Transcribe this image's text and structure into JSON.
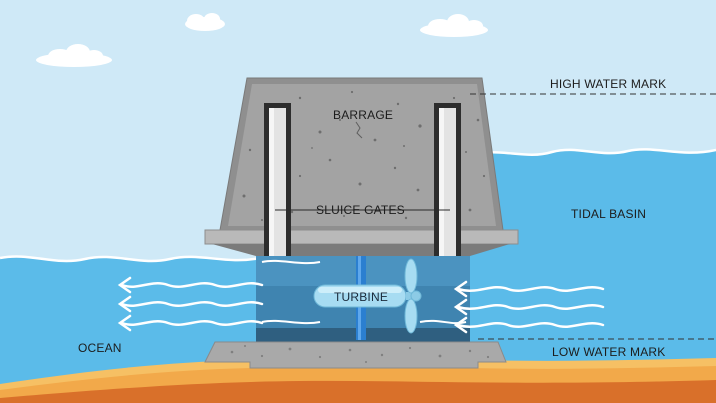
{
  "labels": {
    "barrage": "BARRAGE",
    "sluice_gates": "SLUICE GATES",
    "high_water_mark": "HIGH WATER MARK",
    "tidal_basin": "TIDAL BASIN",
    "low_water_mark": "LOW WATER MARK",
    "ocean": "OCEAN",
    "turbine": "TURBINE"
  },
  "colors": {
    "sky": "#cfe9f7",
    "water": "#5bbbe9",
    "water_dark": "#3a9fd6",
    "concrete": "#9a9a9a",
    "sand": "#f2a94a",
    "soil": "#d9702a"
  },
  "icons": {
    "flow_arrow": "arrow-left-icon",
    "cloud": "cloud-icon",
    "propeller": "propeller-icon"
  }
}
